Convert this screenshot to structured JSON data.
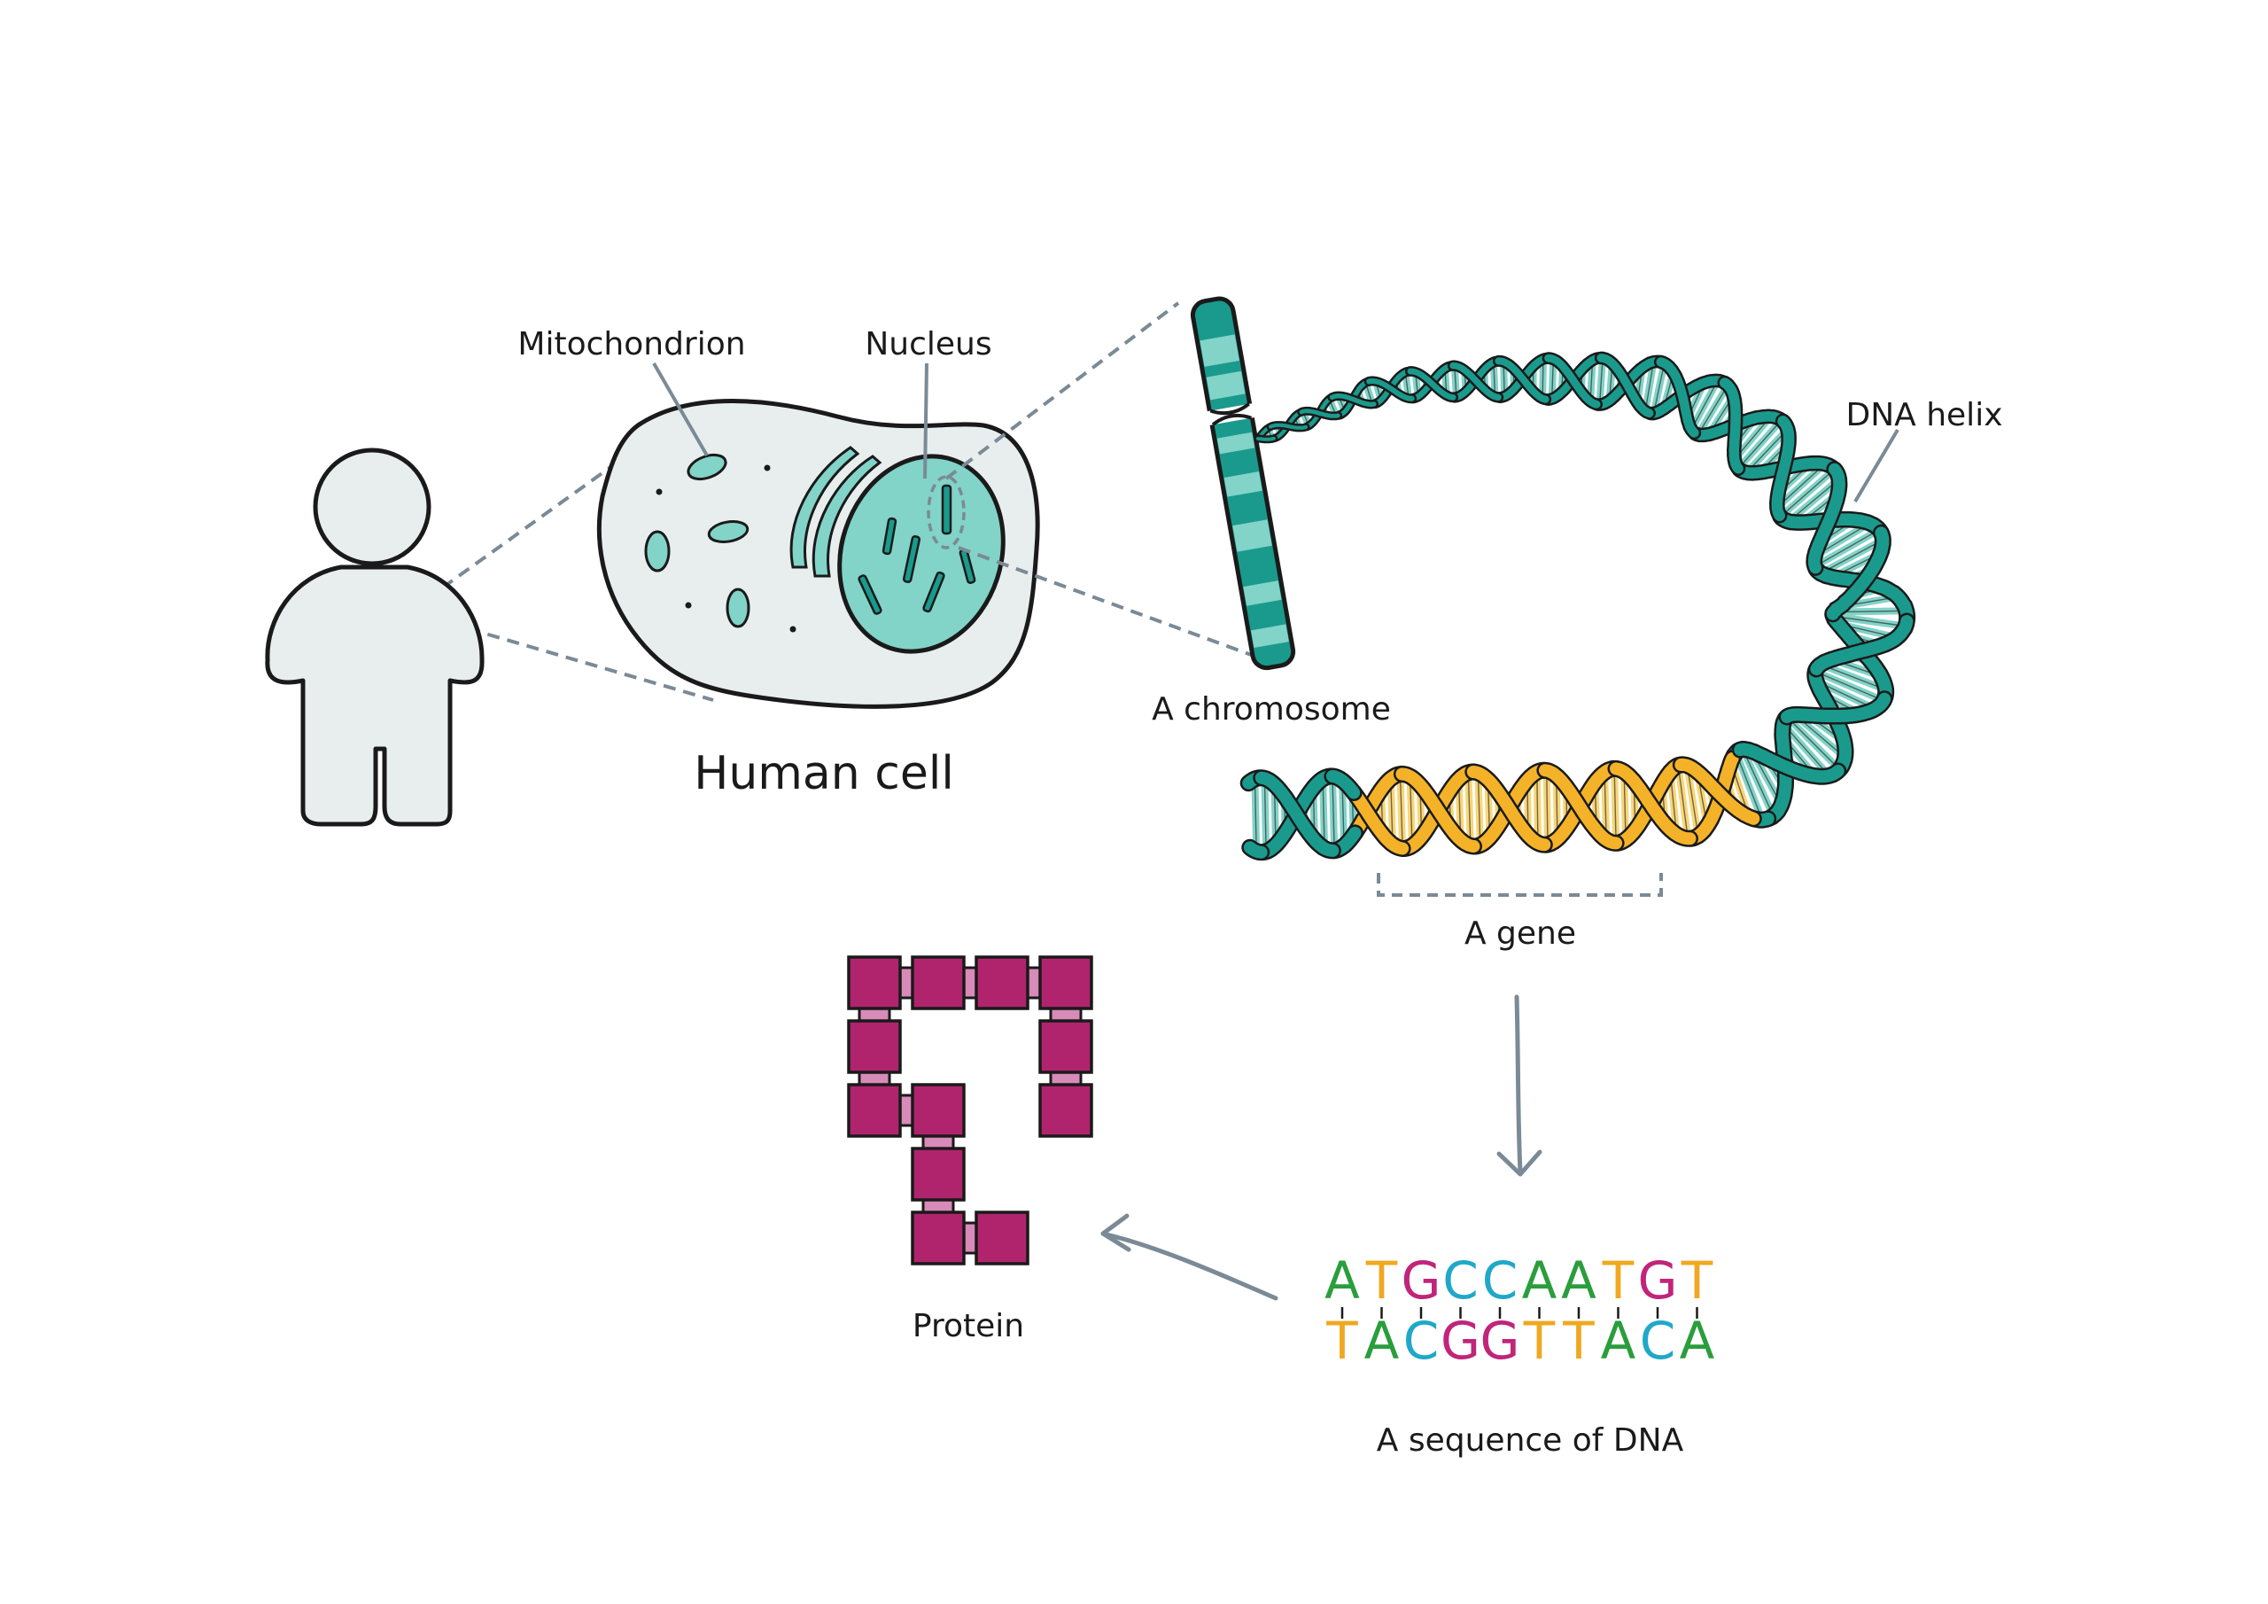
{
  "labels": {
    "mitochondrion": "Mitochondrion",
    "nucleus": "Nucleus",
    "human_cell": "Human cell",
    "chromosome": "A chromosome",
    "dna_helix": "DNA helix",
    "gene": "A gene",
    "protein": "Protein",
    "dna_sequence": "A sequence of DNA"
  },
  "sequence": {
    "top": [
      "A",
      "T",
      "G",
      "C",
      "C",
      "A",
      "A",
      "T",
      "G",
      "T"
    ],
    "bottom": [
      "T",
      "A",
      "C",
      "G",
      "G",
      "T",
      "T",
      "A",
      "C",
      "A"
    ]
  },
  "colors": {
    "teal": "#1a9a8c",
    "teal_light": "#82d3c8",
    "cell_fill": "#e8eeee",
    "gene_yellow": "#f4b228",
    "protein_dark": "#b0246e",
    "protein_light": "#d88ab8",
    "guide_grey": "#7a8a96",
    "base_A": "#2a9d3c",
    "base_T": "#f0a820",
    "base_G": "#c0257a",
    "base_C": "#1fa8c8"
  }
}
